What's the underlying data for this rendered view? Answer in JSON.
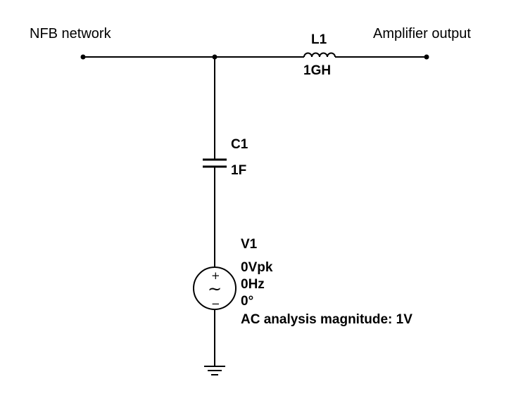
{
  "labels": {
    "left_net": "NFB network",
    "right_net": "Amplifier output"
  },
  "inductor": {
    "name": "L1",
    "value": "1GH"
  },
  "capacitor": {
    "name": "C1",
    "value": "1F"
  },
  "source": {
    "name": "V1",
    "amplitude": "0Vpk",
    "frequency": "0Hz",
    "phase": "0°",
    "ac_magnitude": "AC analysis magnitude: 1V",
    "plus_sign": "+",
    "minus_sign": "−",
    "wave_symbol": "~"
  },
  "colors": {
    "wire": "#000000",
    "background": "#ffffff"
  }
}
